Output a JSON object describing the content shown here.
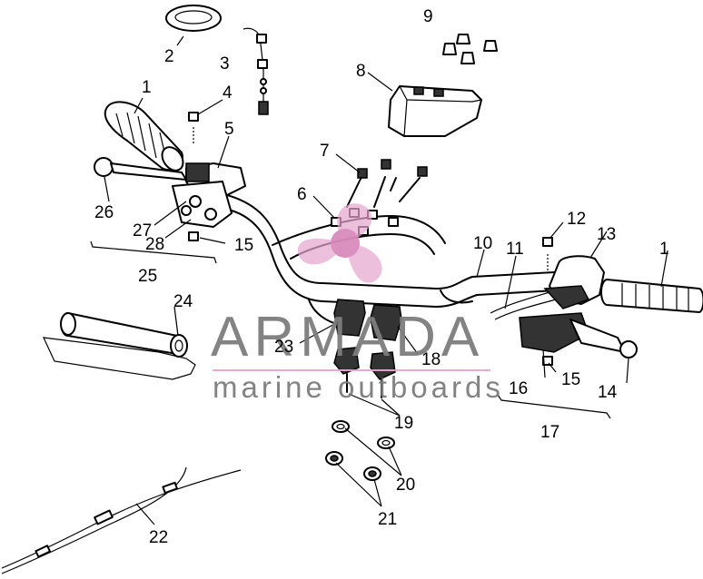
{
  "callouts": {
    "c1_left": "1",
    "c1_right": "1",
    "c2": "2",
    "c3": "3",
    "c4": "4",
    "c5": "5",
    "c6": "6",
    "c7": "7",
    "c8": "8",
    "c9": "9",
    "c10": "10",
    "c11": "11",
    "c12": "12",
    "c13": "13",
    "c14": "14",
    "c15_left": "15",
    "c15_right": "15",
    "c16": "16",
    "c17": "17",
    "c18": "18",
    "c19": "19",
    "c20": "20",
    "c21": "21",
    "c22": "22",
    "c23": "23",
    "c24": "24",
    "c25": "25",
    "c26": "26",
    "c27": "27",
    "c28": "28"
  },
  "watermark": {
    "brand": "ARMADA",
    "tagline": "marine outboards",
    "accent_color": "#e6a6cf",
    "text_color": "#7d7d7d"
  }
}
